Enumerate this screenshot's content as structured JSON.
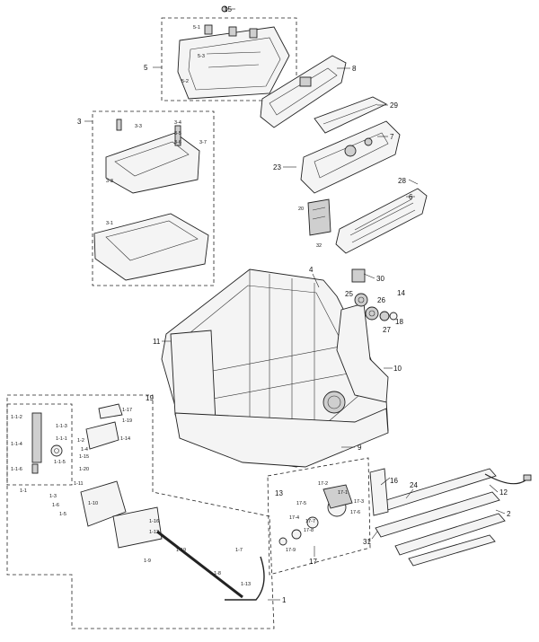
{
  "callouts": {
    "c15": "15",
    "c5": "5",
    "c5_1": "5-1",
    "c5_2": "5-2",
    "c5_3": "5-3",
    "c8": "8",
    "c29": "29",
    "c3": "3",
    "c3_1": "3-1",
    "c3_3a": "3-3",
    "c3_4": "3-4",
    "c3_5": "3-5",
    "c3_6": "3-6",
    "c3_7": "3-7",
    "c3_3b": "3-3",
    "c7": "7",
    "c23": "23",
    "c28": "28",
    "c6": "6",
    "c20": "20",
    "c32": "32",
    "c4": "4",
    "c30": "30",
    "c25": "25",
    "c26": "26",
    "c14": "14",
    "c18": "18",
    "c27": "27",
    "c11": "11",
    "c10": "10",
    "c19": "19",
    "c9": "9",
    "c1_1_2": "1-1-2",
    "c1_1_3": "1-1-3",
    "c1_1_1": "1-1-1",
    "c1_1_4": "1-1-4",
    "c1_1_5": "1-1-5",
    "c1_1_6": "1-1-6",
    "c1_2": "1-2",
    "c1_17": "1-17",
    "c1_19a": "1-19",
    "c1_14": "1-14",
    "c1_4": "1-4",
    "c1_15": "1-15",
    "c1_20": "1-20",
    "c1_11": "1-11",
    "c1_1": "1-1",
    "c1_3": "1-3",
    "c1_6": "1-6",
    "c1_5": "1-5",
    "c1_10": "1-10",
    "c1_16": "1-16",
    "c1_12": "1-12",
    "c1_9": "1-9",
    "c1_19b": "1-19",
    "c1_7": "1-7",
    "c1_8": "1-8",
    "c1_13": "1-13",
    "c1": "1",
    "c13": "13",
    "c17_2": "17-2",
    "c17_1": "17-1",
    "c17_3": "17-3",
    "c17_5": "17-5",
    "c17_4": "17-4",
    "c17_7": "17-7",
    "c17_8": "17-8",
    "c17_6": "17-6",
    "c17_9": "17-9",
    "c17": "17",
    "c16": "16",
    "c24": "24",
    "c12": "12",
    "c2": "2",
    "c31": "31"
  }
}
